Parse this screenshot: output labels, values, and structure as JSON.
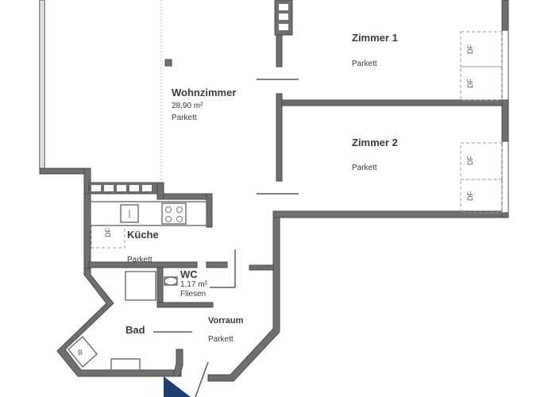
{
  "rooms": {
    "zimmer1": {
      "name": "Zimmer 1",
      "floor": "Parkett"
    },
    "zimmer2": {
      "name": "Zimmer 2",
      "floor": "Parkett"
    },
    "wohnzimmer": {
      "name": "Wohnzimmer",
      "area": "28,90 m²",
      "floor": "Parkett"
    },
    "kueche": {
      "name": "Küche",
      "floor": "Parkett",
      "df": "DF"
    },
    "wc": {
      "name": "WC",
      "area": "1,17 m²",
      "floor": "Fliesen"
    },
    "bad": {
      "name": "Bad"
    },
    "vorraum": {
      "name": "Vorraum",
      "floor": "Parkett"
    }
  },
  "skylights": {
    "label": "DF"
  },
  "bad_fixture": {
    "label": "B"
  },
  "colors": {
    "wall": "#6f6f6f",
    "text": "#3a3a3a",
    "entrance": "#1f3f6e"
  }
}
